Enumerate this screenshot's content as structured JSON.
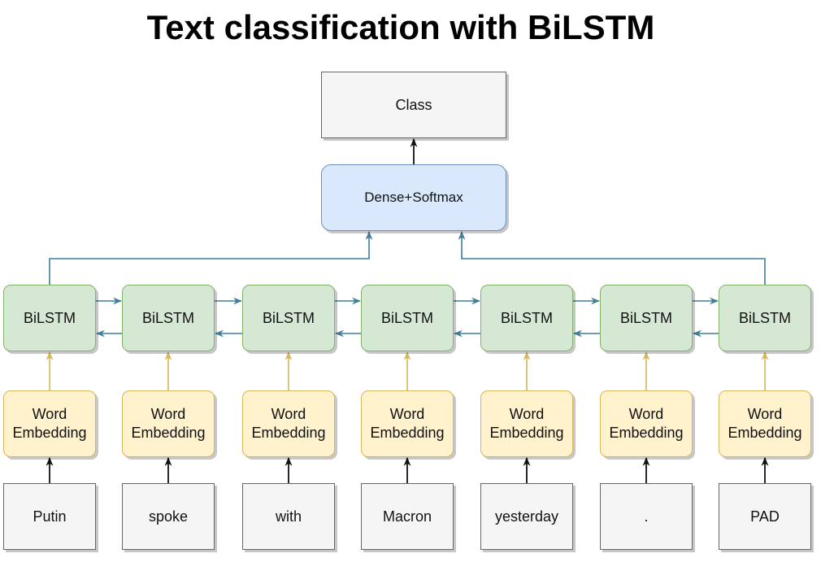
{
  "title": "Text classification with BiLSTM",
  "output_node": {
    "label": "Class"
  },
  "dense_node": {
    "label": "Dense+Softmax"
  },
  "bilstm_label": "BiLSTM",
  "embedding_label": {
    "line1": "Word",
    "line2": "Embedding"
  },
  "tokens": [
    "Putin",
    "spoke",
    "with",
    "Macron",
    "yesterday",
    ".",
    "PAD"
  ],
  "colors": {
    "class_fill": "#f5f5f5",
    "class_stroke": "#666666",
    "dense_fill": "#dae8fc",
    "dense_stroke": "#6c8ebf",
    "bilstm_fill": "#d5e8d4",
    "bilstm_stroke": "#82b366",
    "embedding_fill": "#fff2cc",
    "embedding_stroke": "#d6b656",
    "token_fill": "#f5f5f5",
    "token_stroke": "#666666",
    "recurrent_arrow": "#3f7f9a",
    "embedding_arrow": "#d6b656",
    "input_arrow": "#111111"
  }
}
